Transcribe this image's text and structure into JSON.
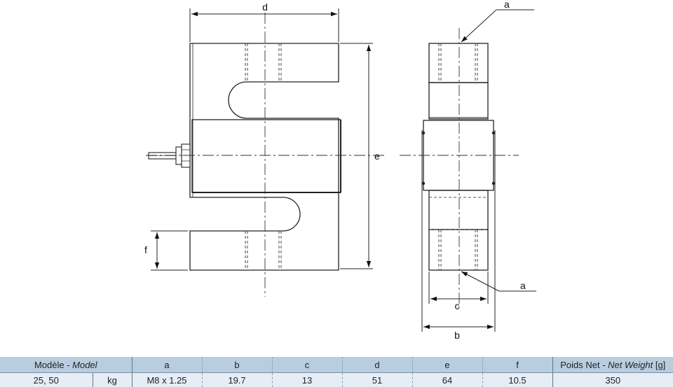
{
  "labels": {
    "d": "d",
    "e": "e",
    "f": "f",
    "c": "c",
    "b": "b",
    "a_top": "a",
    "a_bottom": "a"
  },
  "table": {
    "model_fr": "Modèle",
    "model_sep": " - ",
    "model_en": "Model",
    "columns": [
      "a",
      "b",
      "c",
      "d",
      "e",
      "f"
    ],
    "weight_fr": "Poids Net",
    "weight_sep": " - ",
    "weight_en": "Net Weight",
    "weight_unit": " [g]",
    "row": {
      "model": "25, 50",
      "unit": "kg",
      "values": [
        "M8 x 1.25",
        "19.7",
        "13",
        "51",
        "64",
        "10.5"
      ],
      "weight": "350"
    }
  }
}
